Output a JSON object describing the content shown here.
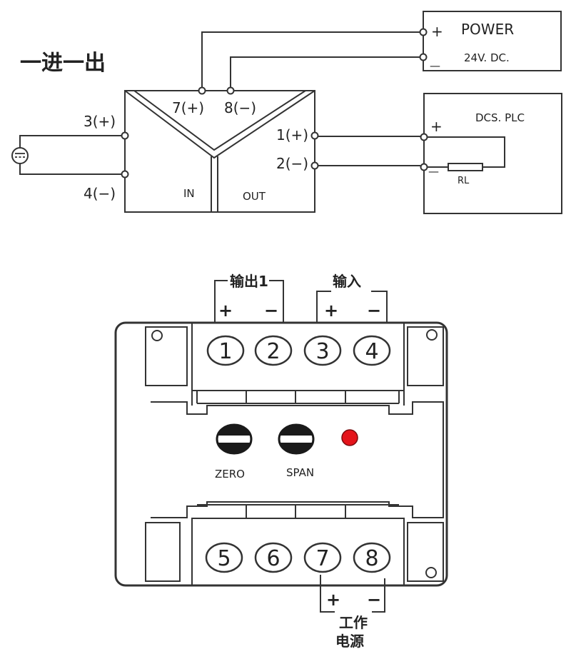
{
  "wiring": {
    "mode_title": "一进一出",
    "power": {
      "title": "POWER",
      "voltage": "24V. DC.",
      "plus": "+",
      "minus": "—"
    },
    "dcs": {
      "title": "DCS. PLC",
      "plus": "+",
      "minus": "—",
      "resistor": "RL"
    },
    "module": {
      "t7": "7(+)",
      "t8": "8(−)",
      "t3": "3(+)",
      "t4": "4(−)",
      "t1": "1(+)",
      "t2": "2(−)",
      "in_label": "IN",
      "out_label": "OUT"
    }
  },
  "terminal_block": {
    "output_label": "输出1",
    "input_label": "输入",
    "power_label_line1": "工作",
    "power_label_line2": "电源",
    "plus": "+",
    "minus": "−",
    "top_terminals": [
      "1",
      "2",
      "3",
      "4"
    ],
    "bottom_terminals": [
      "5",
      "6",
      "7",
      "8"
    ],
    "zero_label": "ZERO",
    "span_label": "SPAN",
    "led_color": "#e4141b"
  }
}
